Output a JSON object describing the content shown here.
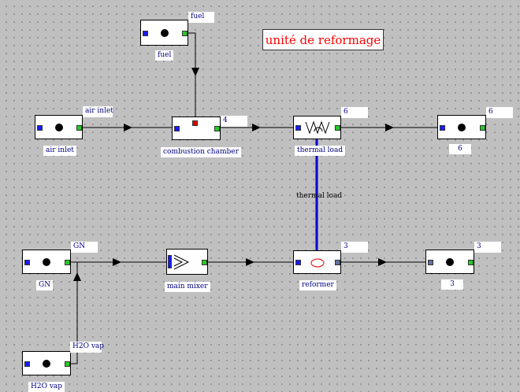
{
  "title": "unité de reformage",
  "colors": {
    "background": "#c0c0c0",
    "title_text": "#ff0000",
    "label_text": "#000080",
    "port_in": "#1a1aff",
    "port_out": "#22cc22",
    "fuel_port": "#e00000",
    "thermal_link": "#0000cc"
  },
  "components": {
    "fuel": {
      "label": "fuel",
      "tag": "fuel",
      "icon": "source-dot-icon"
    },
    "air_inlet": {
      "label": "air inlet",
      "tag": "air inlet",
      "icon": "source-dot-icon"
    },
    "combustion_chamber": {
      "label": "combustion chamber",
      "tag": "4",
      "icon": "combustion-port-icon"
    },
    "thermal_load": {
      "label": "thermal load",
      "tag": "6",
      "icon": "heat-exchanger-icon"
    },
    "sink_6": {
      "label": "6",
      "tag": "6",
      "icon": "sink-dot-icon"
    },
    "gn": {
      "label": "GN",
      "tag": "GN",
      "icon": "source-dot-icon"
    },
    "main_mixer": {
      "label": "main mixer",
      "tag": "",
      "icon": "mixer-icon"
    },
    "reformer": {
      "label": "reformer",
      "tag": "3",
      "icon": "reformer-icon"
    },
    "sink_3": {
      "label": "3",
      "tag": "3",
      "icon": "sink-dot-icon"
    },
    "h2o_vap": {
      "label": "H2O vap",
      "tag": "H2O vap",
      "icon": "source-dot-icon"
    }
  },
  "links": {
    "thermal_link_label": "thermal load"
  }
}
